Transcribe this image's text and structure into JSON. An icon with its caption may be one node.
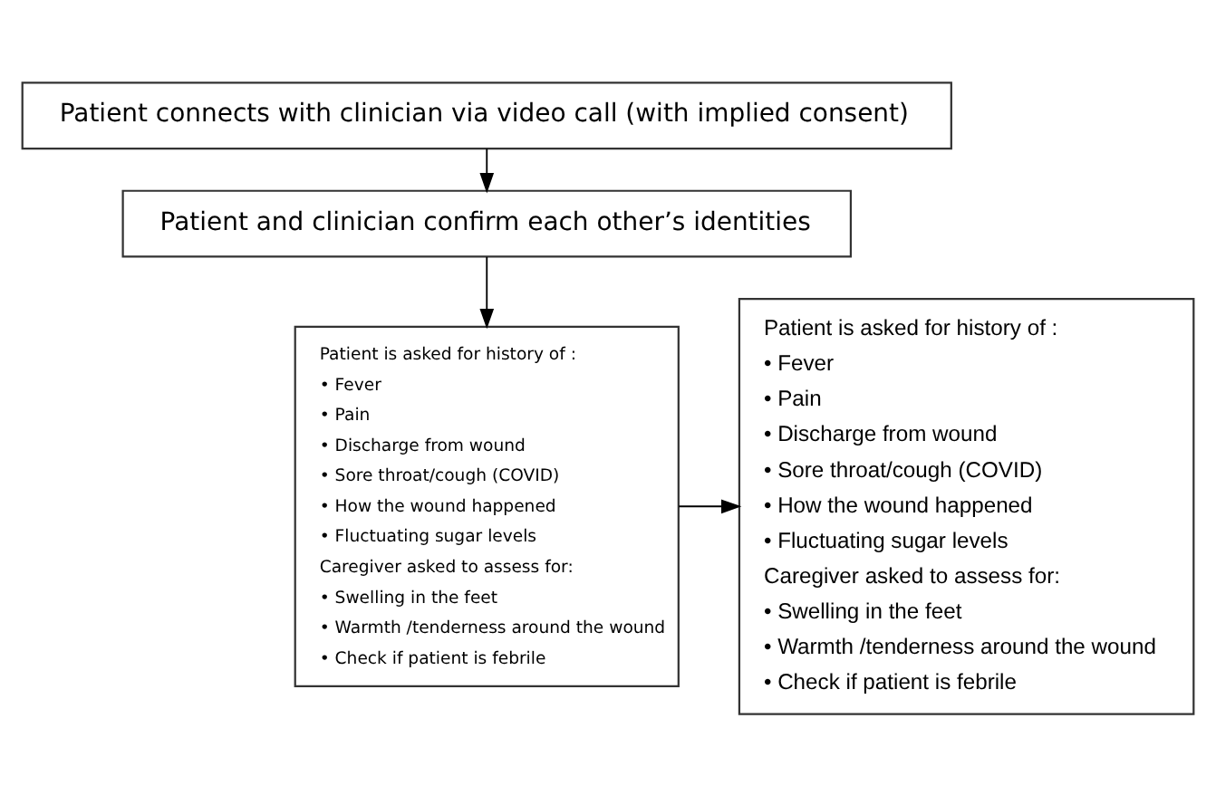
{
  "diagram": {
    "nodes": [
      {
        "text": [
          "Patient connects with clinician via video call (with implied consent)"
        ]
      },
      {
        "text": [
          "Patient and clinician confirm each other’s identities"
        ]
      },
      {
        "text": [
          "Patient is asked for history of :",
          "• Fever",
          "• Pain",
          "• Discharge from wound",
          "• Sore throat/cough (COVID)",
          "• How the wound happened",
          "• Fluctuating sugar levels",
          "Caregiver asked to assess for:",
          "• Swelling in the feet",
          "• Warmth /tenderness around the wound",
          "• Check if patient is febrile"
        ]
      },
      {
        "text": [
          "Patient is asked for history of :",
          "• Fever",
          "• Pain",
          "• Discharge from wound",
          "• Sore throat/cough (COVID)",
          "• How the wound happened",
          "• Fluctuating sugar levels",
          "Caregiver asked to assess for:",
          "• Swelling in the feet",
          "• Warmth /tenderness around the wound",
          "• Check if patient is febrile"
        ]
      }
    ],
    "edges": [
      {
        "from": 0,
        "to": 1,
        "arrow": "to"
      },
      {
        "from": 1,
        "to": 2,
        "arrow": "to"
      },
      {
        "from": 2,
        "to": 3,
        "arrow": "to"
      }
    ]
  }
}
